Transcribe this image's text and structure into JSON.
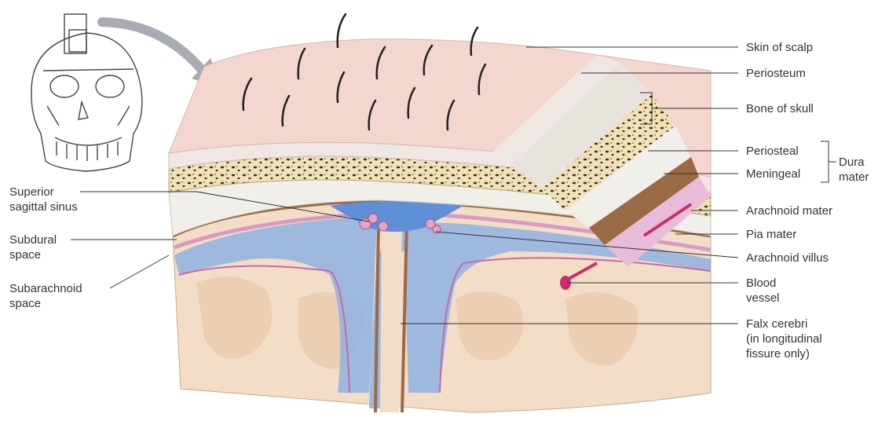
{
  "labels_right": {
    "skin_of_scalp": "Skin of scalp",
    "periosteum": "Periosteum",
    "bone_of_skull": "Bone of skull",
    "periosteal": "Periosteal",
    "meningeal": "Meningeal",
    "dura_mater": "Dura\nmater",
    "arachnoid_mater": "Arachnoid mater",
    "pia_mater": "Pia mater",
    "arachnoid_villus": "Arachnoid villus",
    "blood_vessel": "Blood\nvessel",
    "falx_cerebri": "Falx cerebri\n(in longitudinal\nfissure only)"
  },
  "labels_left": {
    "superior_sagittal_sinus": "Superior\nsagittal sinus",
    "subdural_space": "Subdural\nspace",
    "subarachnoid_space": "Subarachnoid\nspace"
  },
  "colors": {
    "skin": "#f3d6cd",
    "periosteum": "#efe7e4",
    "bone": "#efe0b4",
    "dura_periosteal": "#f1efe9",
    "dura_meningeal": "#9a6a45",
    "arachnoid": "#d89ac3",
    "csf": "#8fb2e2",
    "brain": "#f4ddc6",
    "vessel": "#c9306a",
    "line": "#333333"
  }
}
